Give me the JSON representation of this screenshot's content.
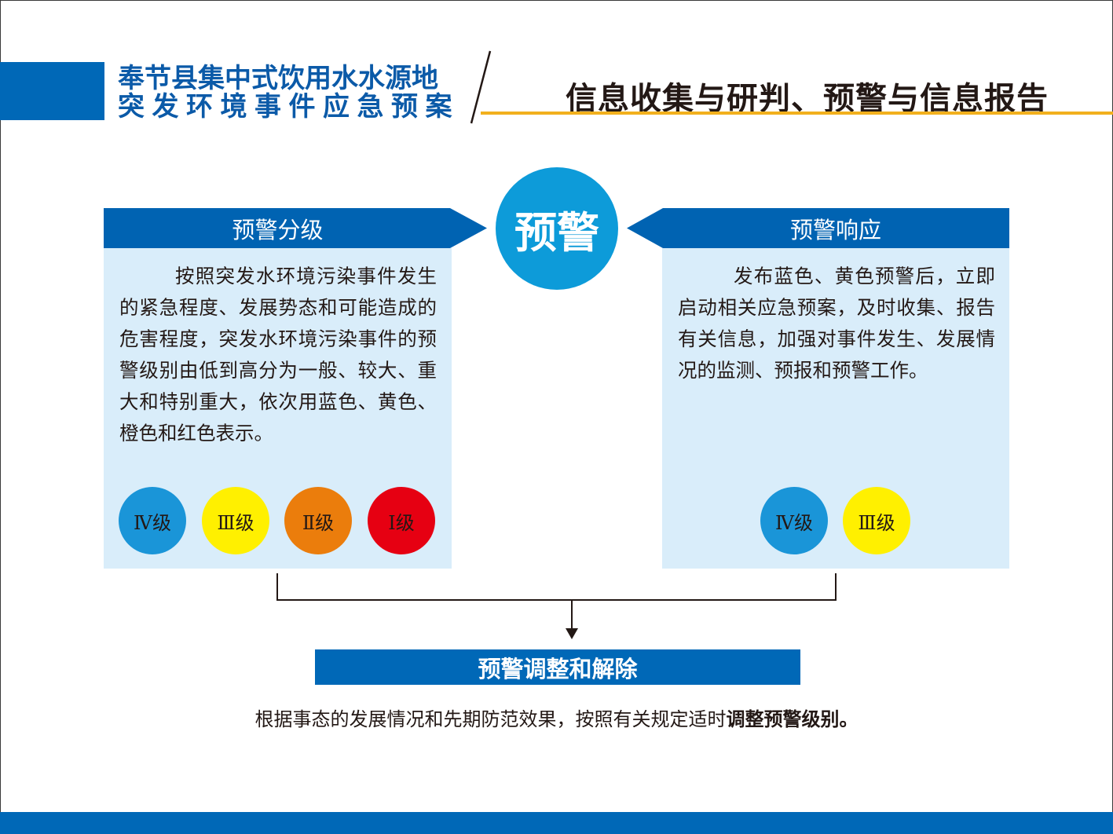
{
  "header": {
    "title_line1": "奉节县集中式饮用水水源地",
    "title_line2": "突发环境事件应急预案",
    "subtitle": "信息收集与研判、预警与信息报告",
    "accent_blue": "#0068b7",
    "accent_gold": "#f2b01d"
  },
  "center": {
    "label": "预警"
  },
  "left_panel": {
    "heading": "预警分级",
    "body": "按照突发水环境污染事件发生的紧急程度、发展势态和可能造成的危害程度，突发水环境污染事件的预警级别由低到高分为一般、较大、重大和特别重大，依次用蓝色、黄色、橙色和红色表示。",
    "levels": [
      {
        "label": "Ⅳ级",
        "color": "#1a95d8"
      },
      {
        "label": "Ⅲ级",
        "color": "#fff000"
      },
      {
        "label": "Ⅱ级",
        "color": "#eb7d0c"
      },
      {
        "label": "Ⅰ级",
        "color": "#e60012"
      }
    ]
  },
  "right_panel": {
    "heading": "预警响应",
    "body": "发布蓝色、黄色预警后，立即启动相关应急预案，及时收集、报告有关信息，加强对事件发生、发展情况的监测、预报和预警工作。",
    "levels": [
      {
        "label": "Ⅳ级",
        "color": "#1a95d8"
      },
      {
        "label": "Ⅲ级",
        "color": "#fff000"
      }
    ]
  },
  "bottom": {
    "heading": "预警调整和解除",
    "text_plain": "根据事态的发展情况和先期防范效果，按照有关规定适时",
    "text_bold": "调整预警级别。"
  }
}
